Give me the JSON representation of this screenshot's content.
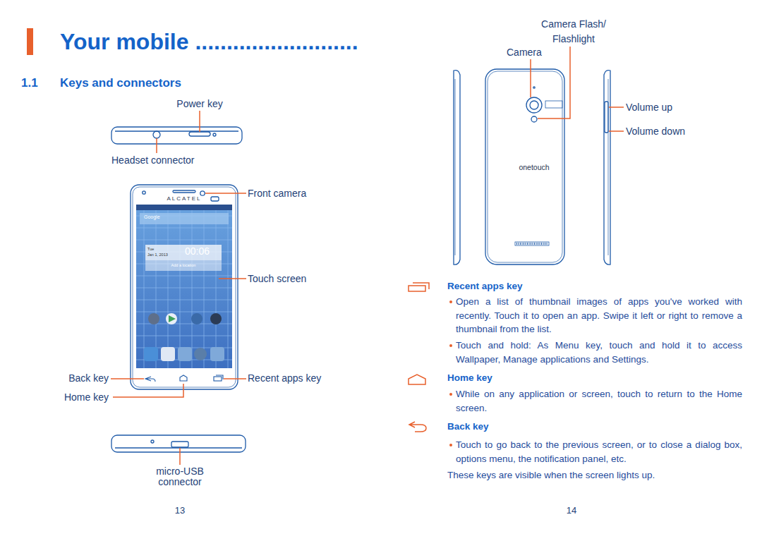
{
  "diagram": {
    "title": "Your mobile ..........................",
    "labels": [
      "1.1",
      "Keys and connectors",
      "Power key",
      "Headset connector",
      "Front camera",
      "Touch screen",
      "Back key",
      "Home key",
      "Recent apps key",
      "micro-USB connector",
      "13",
      "ALCATEL",
      "Google",
      "Tue",
      "Jan 1, 2013",
      "00:06",
      "Add a location",
      "Camera Flash/ Flashlight",
      "Camera",
      "Volume up",
      "Volume down",
      "onetouch",
      "Recent apps key",
      "Open a list of thumbnail images of apps you've worked with recently. Touch it to open an app. Swipe it left or right to remove a thumbnail from the list.",
      "Touch and hold: As Menu key, touch and hold it to access Wallpaper, Manage applications and Settings.",
      "Home key",
      "While on any application or screen,  touch to return to the Home screen.",
      "Back key",
      "Touch to go back to the previous screen, or to close a dialog box, options menu, the notification panel, etc.",
      "These keys are visible when the screen lights up.",
      "14"
    ]
  }
}
